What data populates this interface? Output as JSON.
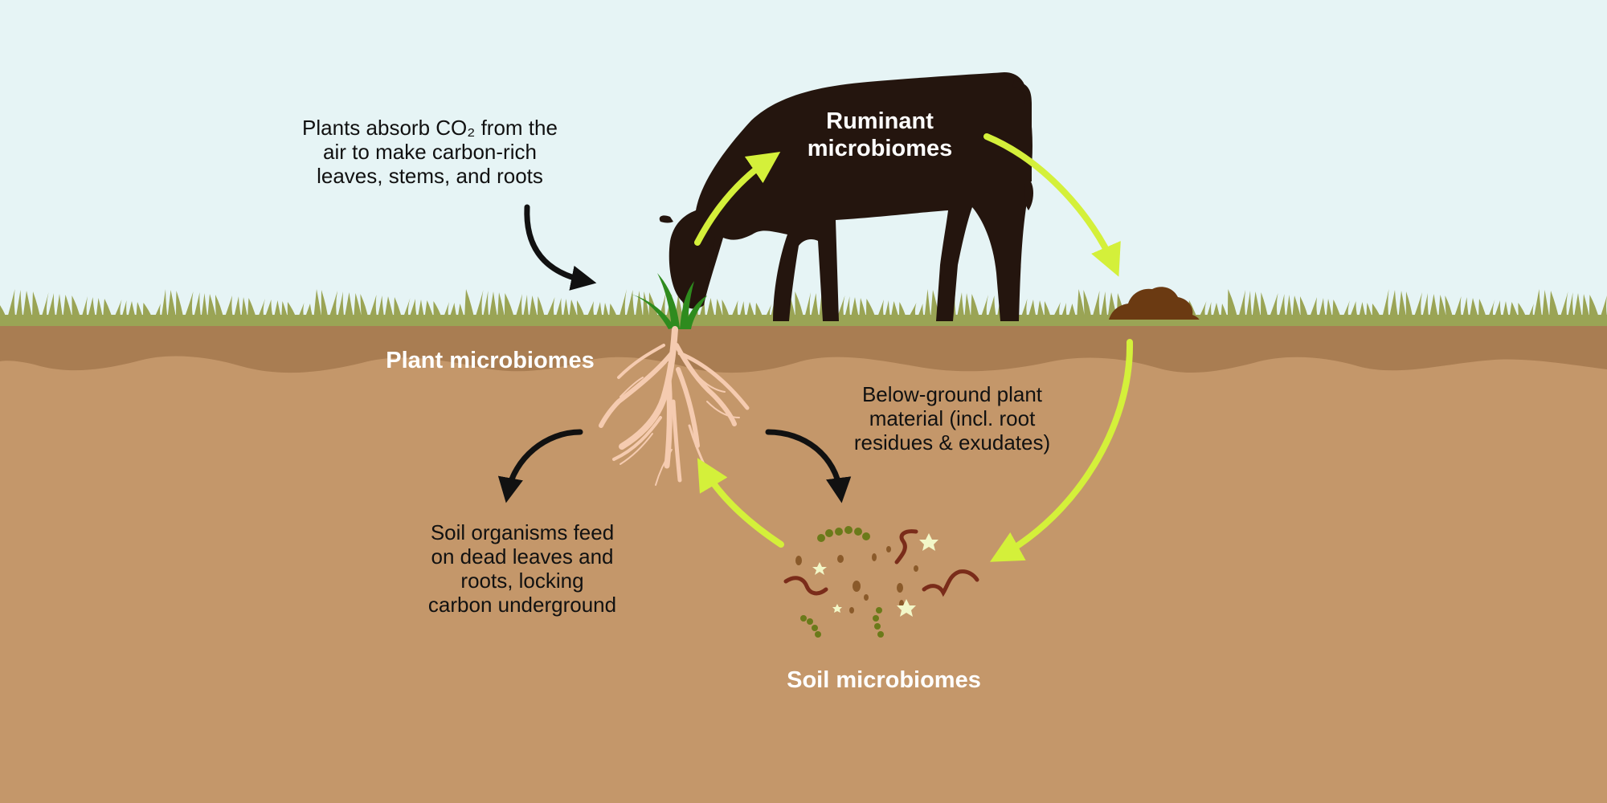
{
  "labels": {
    "plants_absorb": {
      "line1": "Plants absorb CO₂ from the",
      "line2": "air to make carbon-rich",
      "line3": "leaves, stems, and roots"
    },
    "ruminant": {
      "line1": "Ruminant",
      "line2": "microbiomes"
    },
    "plant_microbiomes": "Plant microbiomes",
    "below_ground": {
      "line1": "Below-ground plant",
      "line2": "material (incl. root",
      "line3": "residues & exudates)"
    },
    "soil_organisms": {
      "line1": "Soil organisms feed",
      "line2": "on dead leaves and",
      "line3": "roots, locking",
      "line4": "carbon underground"
    },
    "soil_microbiomes": "Soil microbiomes"
  },
  "colors": {
    "sky": "#e6f4f5",
    "grass": "#9aa455",
    "topsoil": "#a97d52",
    "soil": "#c4976a",
    "cow": "#24150e",
    "dung": "#6b3a12",
    "root": "#f5cbb0",
    "sprout": "#2e8b1e",
    "flow_arrow": "#d4f03a",
    "black_arrow": "#111111",
    "worm": "#7a2c1a",
    "bacteria": "#6b7a1a",
    "particle": "#8a5a2a",
    "spark": "#f2f7c8"
  },
  "icons": [
    "cow-silhouette",
    "grass-sprout",
    "plant-roots",
    "dung-pile",
    "worm-icon",
    "bacteria-chain-icon",
    "spark-icon"
  ]
}
